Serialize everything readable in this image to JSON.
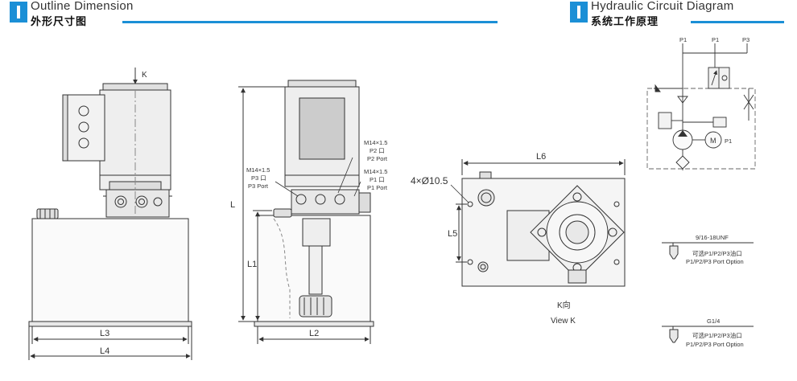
{
  "header_left": {
    "en": "Outline Dimension",
    "zh": "外形尺寸图"
  },
  "header_right": {
    "en": "Hydraulic Circuit Diagram",
    "zh": "系统工作原理"
  },
  "front_view": {
    "k": "K",
    "l3": "L3",
    "l4": "L4"
  },
  "side_view": {
    "l": "L",
    "l1": "L1",
    "l2": "L2",
    "p2_size": "M14×1.5",
    "p2_zh": "P2 口",
    "p2_en": "P2 Port",
    "p1_size": "M14×1.5",
    "p1_zh": "P1 口",
    "p1_en": "P1 Port",
    "p3_size": "M14×1.5",
    "p3_zh": "P3 口",
    "p3_en": "P3 Port"
  },
  "view_k": {
    "l6": "L6",
    "l5": "L5",
    "holes": "4×Ø10.5",
    "zh": "K向",
    "en": "View K"
  },
  "circuit": {
    "p1a": "P1",
    "p1b": "P1",
    "p3": "P3",
    "p1c": "P1",
    "motor": "M"
  },
  "port_opt_1": {
    "thread": "9/16-18UNF",
    "zh": "可选P1/P2/P3油口",
    "en": "P1/P2/P3 Port Option"
  },
  "port_opt_2": {
    "thread": "G1/4",
    "zh": "可选P1/P2/P3油口",
    "en": "P1/P2/P3 Port Option"
  },
  "colors": {
    "accent": "#1b8fd6",
    "line": "#333333",
    "fill": "#e8e8e8"
  }
}
